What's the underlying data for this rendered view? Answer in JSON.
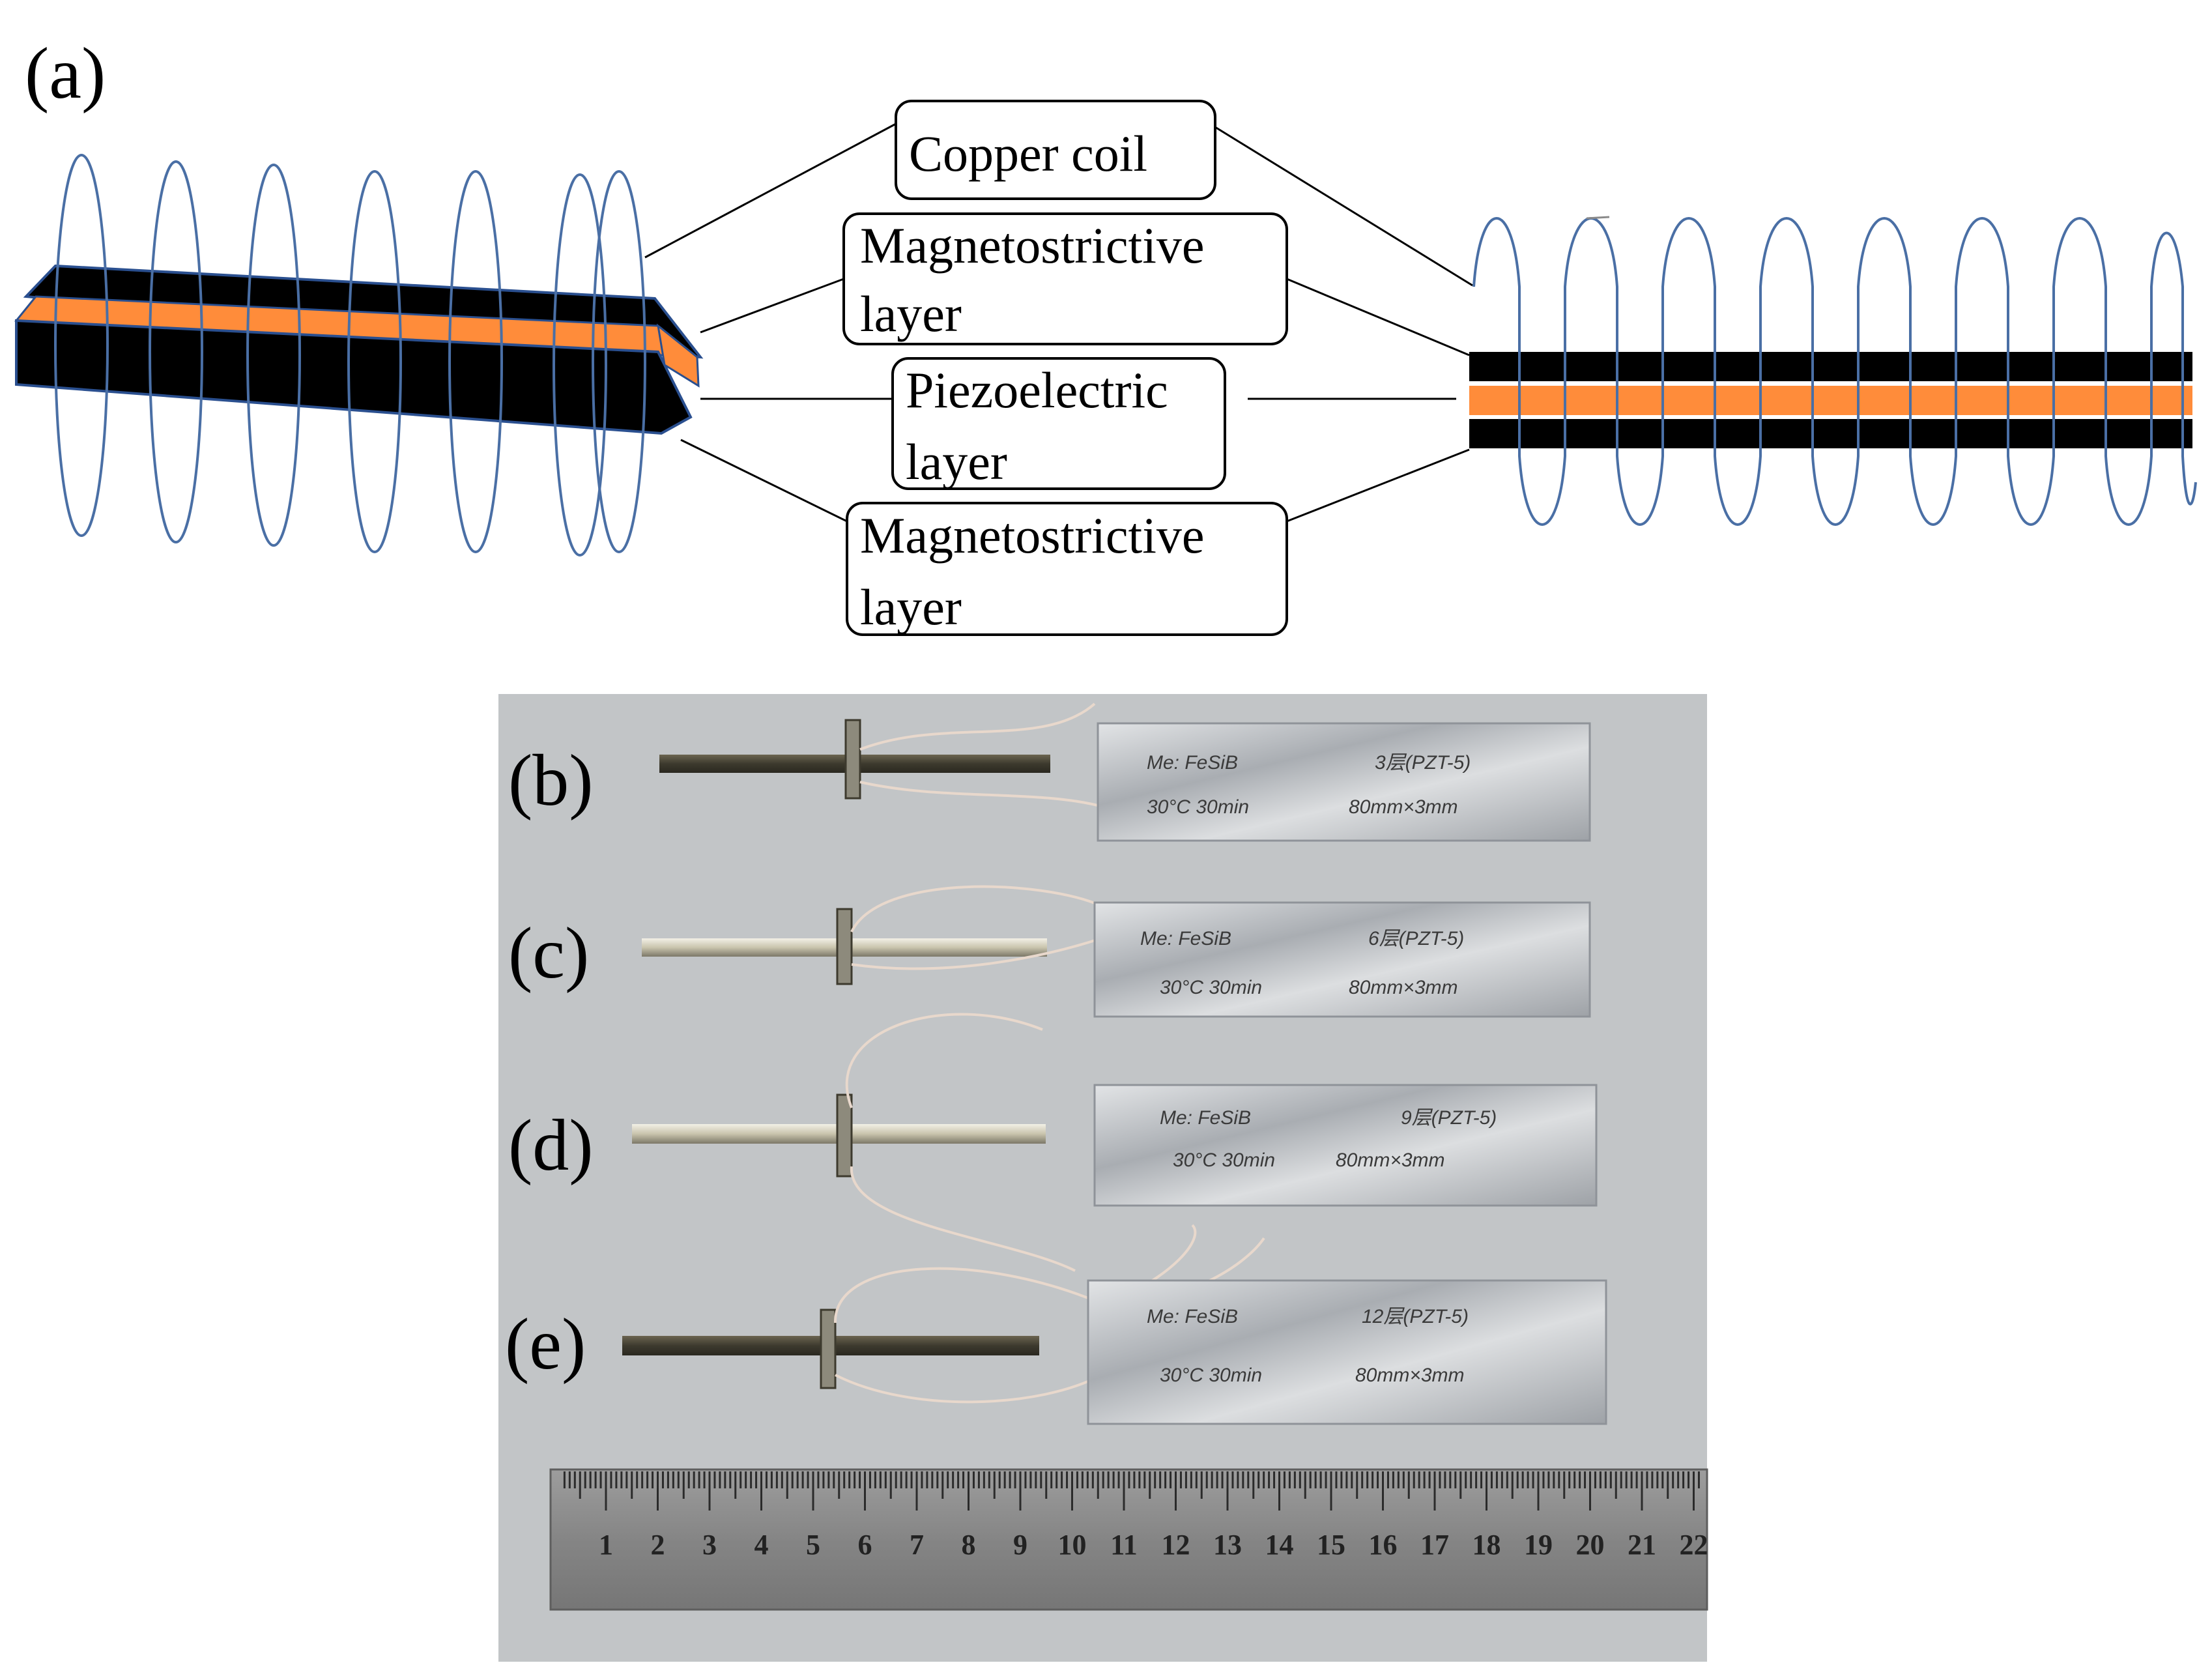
{
  "panel_labels": {
    "a": "(a)",
    "b": "(b)",
    "c": "(c)",
    "d": "(d)",
    "e": "(e)"
  },
  "callouts": {
    "copper_coil": [
      "Copper coil"
    ],
    "magnetostrictive_top": [
      "Magnetostrictive",
      "layer"
    ],
    "piezoelectric": [
      "Piezoelectric",
      "layer"
    ],
    "magnetostrictive_bottom": [
      "Magnetostrictive",
      "layer"
    ]
  },
  "ruler": {
    "numbers": [
      "1",
      "2",
      "3",
      "4",
      "5",
      "6",
      "7",
      "8",
      "9",
      "10",
      "11",
      "12",
      "13",
      "14",
      "15",
      "16",
      "17",
      "18",
      "19",
      "20",
      "21",
      "22"
    ]
  },
  "sample_notes": {
    "b": [
      "Me: FeSiB",
      "3层(PZT-5)",
      "30°C 30min",
      "80mm×3mm"
    ],
    "c": [
      "Me: FeSiB",
      "6层(PZT-5)",
      "30°C 30min",
      "80mm×3mm"
    ],
    "d": [
      "Me: FeSiB",
      "9层(PZT-5)",
      "30°C 30min",
      "80mm×3mm"
    ],
    "e": [
      "Me: FeSiB",
      "12层(PZT-5)",
      "30°C 30min",
      "80mm×3mm"
    ]
  },
  "colors": {
    "magnetostrictive": "#000000",
    "piezoelectric": "#ff8c3a",
    "coil": "#4a6fa5",
    "photo_background": "#c6c8ca",
    "foil": "#c9ccd0",
    "ruler": "#8f8f8f"
  }
}
